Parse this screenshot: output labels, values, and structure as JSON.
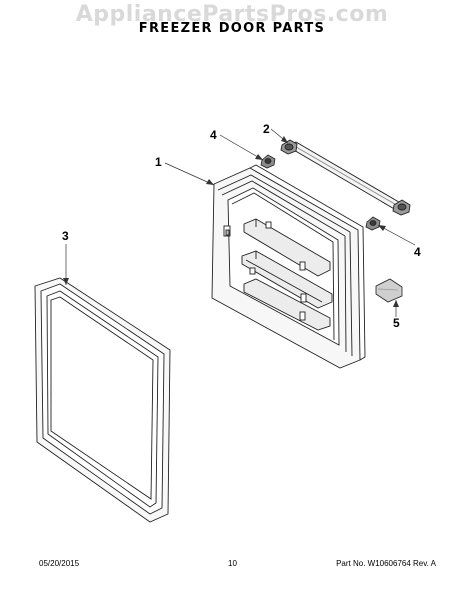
{
  "watermark": "AppliancePartsPros.com",
  "title": "FREEZER DOOR PARTS",
  "callouts": {
    "one": "1",
    "two": "2",
    "three": "3",
    "four_top": "4",
    "four_right": "4",
    "five": "5"
  },
  "footer": {
    "date": "05/20/2015",
    "page": "10",
    "part_number": "Part No. W10606764  Rev. A"
  }
}
